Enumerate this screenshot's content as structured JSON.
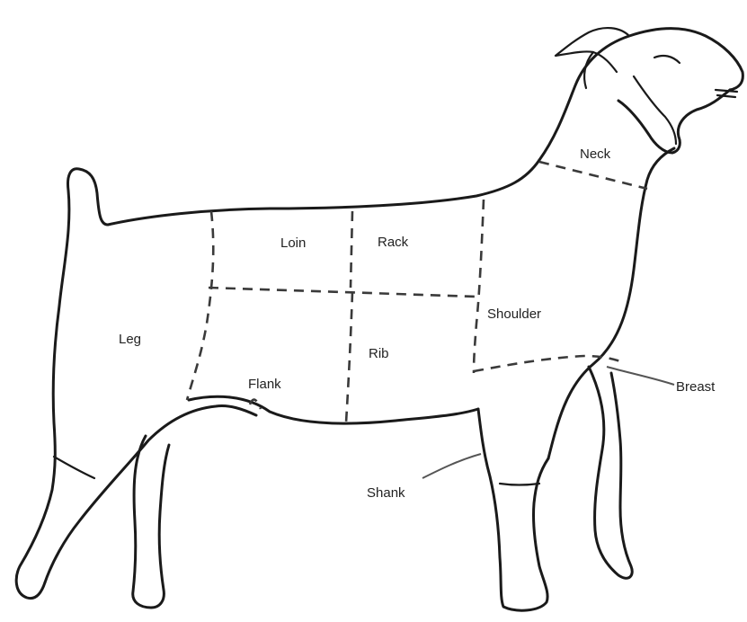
{
  "diagram": {
    "labels": {
      "neck": "Neck",
      "loin": "Loin",
      "rack": "Rack",
      "shoulder": "Shoulder",
      "leg": "Leg",
      "rib": "Rib",
      "flank": "Flank",
      "breast": "Breast",
      "shank": "Shank"
    }
  }
}
